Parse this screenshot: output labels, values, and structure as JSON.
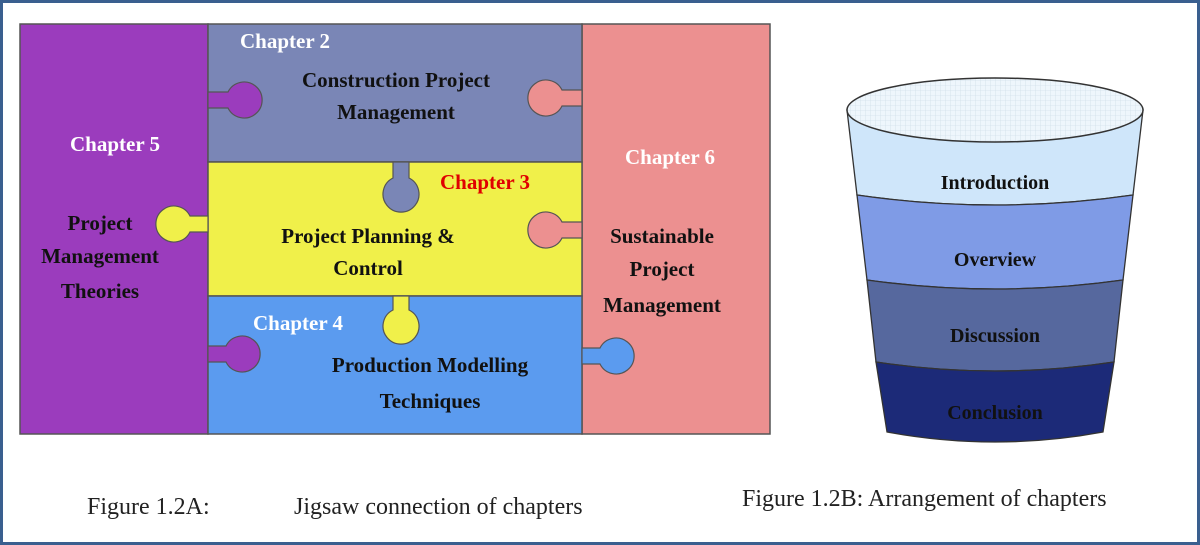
{
  "jigsaw": {
    "chapter2": {
      "label": "Chapter 2",
      "title_line1": "Construction Project",
      "title_line2": "Management",
      "color": "#7a86b6"
    },
    "chapter3": {
      "label": "Chapter 3",
      "title_line1": "Project Planning &",
      "title_line2": "Control",
      "color": "#f0f04a",
      "label_color": "#e00000"
    },
    "chapter4": {
      "label": "Chapter 4",
      "title_line1": "Production Modelling",
      "title_line2": "Techniques",
      "color": "#5b9bef"
    },
    "chapter5": {
      "label": "Chapter 5",
      "title_line1": "Project",
      "title_line2": "Management",
      "title_line3": "Theories",
      "color": "#9b3cbd"
    },
    "chapter6": {
      "label": "Chapter 6",
      "title_line1": "Sustainable",
      "title_line2": "Project",
      "title_line3": "Management",
      "color": "#ec9090"
    }
  },
  "funnel": {
    "layers": [
      {
        "label": "Introduction",
        "color": "#cfe6fa"
      },
      {
        "label": "Overview",
        "color": "#7f9be6"
      },
      {
        "label": "Discussion",
        "color": "#56689e"
      },
      {
        "label": "Conclusion",
        "color": "#1c2a78"
      }
    ]
  },
  "captions": {
    "fig_a_number": "Figure 1.2A:",
    "fig_a_text": "Jigsaw connection of chapters",
    "fig_b": "Figure 1.2B: Arrangement of chapters"
  }
}
